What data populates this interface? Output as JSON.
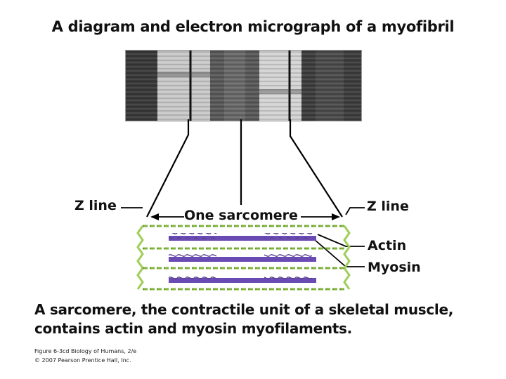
{
  "title": "A diagram and electron micrograph of a myofibril",
  "labels": {
    "z_line_left": "Z line",
    "z_line_right": "Z line",
    "one_sarcomere": "One sarcomere",
    "actin": "Actin",
    "myosin": "Myosin"
  },
  "caption": {
    "line1": "A sarcomere, the contractile unit of a skeletal muscle,",
    "line2": "contains actin and myosin myofilaments."
  },
  "credit": {
    "line1": "Figure 6-3cd  Biology of Humans, 2/e",
    "line2": "© 2007 Pearson Prentice Hall, Inc."
  },
  "colors": {
    "myosin": "#6a4bb4",
    "actin": "#7fb53a",
    "zline": "#9fce5a"
  }
}
